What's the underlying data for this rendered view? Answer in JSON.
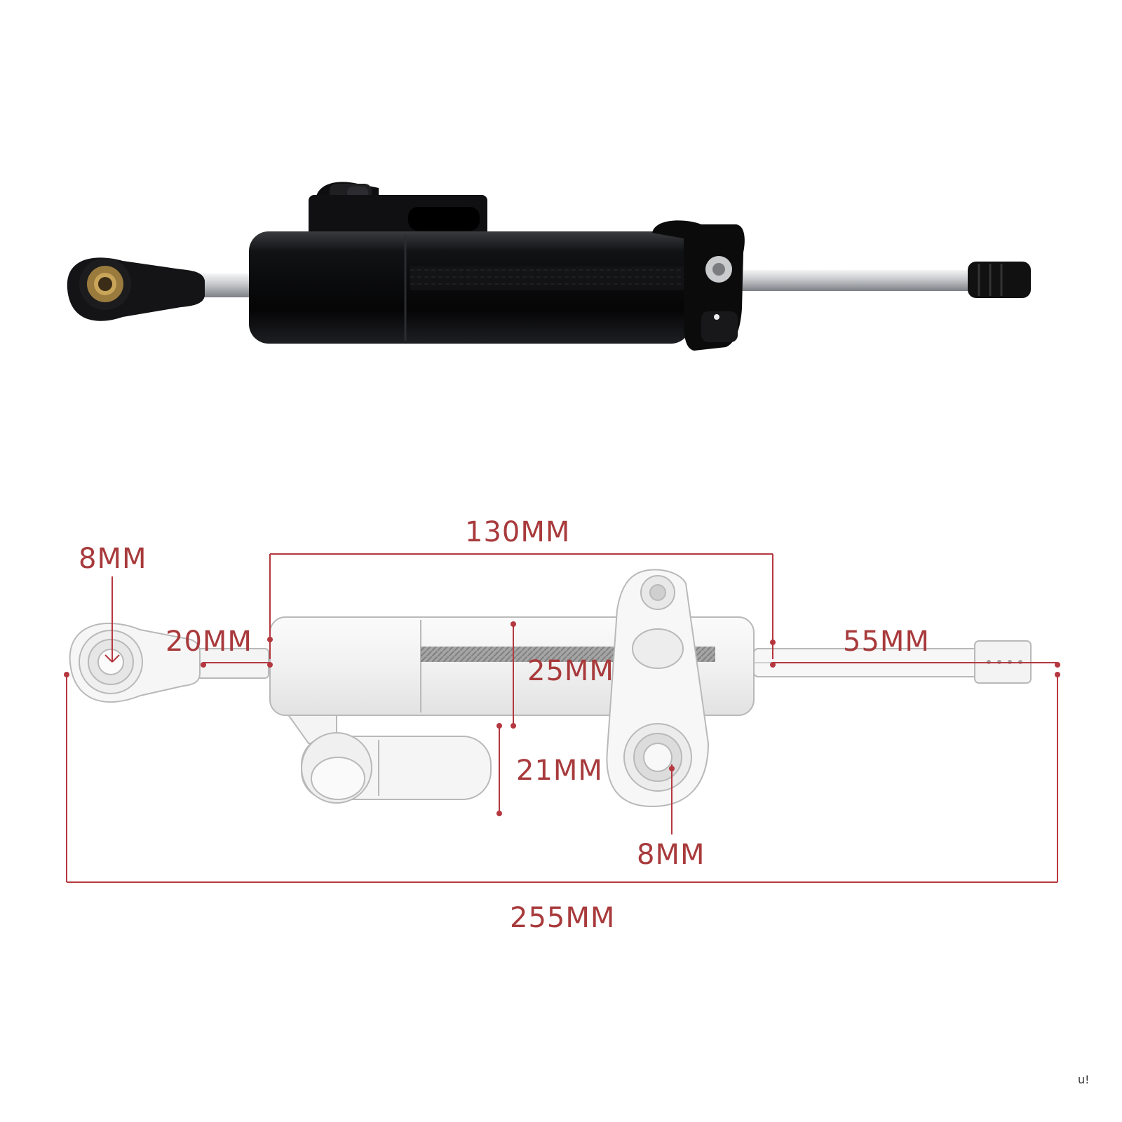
{
  "colors": {
    "dimension": "#b5373f",
    "dimension_text": "#a83a3c",
    "damper_black": "#0d0d0e",
    "damper_silver": "#f2f2f2",
    "outline": "#b9b9b9",
    "chrome_rod": "#c9ccd0",
    "brass": "#9a7b3d"
  },
  "dimensions": {
    "overall_length": "255MM",
    "body_length": "130MM",
    "stroke": "55MM",
    "rod_to_body": "20MM",
    "body_diameter": "25MM",
    "reservoir_height": "21MM",
    "left_eye_bore": "8MM",
    "bracket_bore": "8MM"
  },
  "corner_mark": "u!"
}
